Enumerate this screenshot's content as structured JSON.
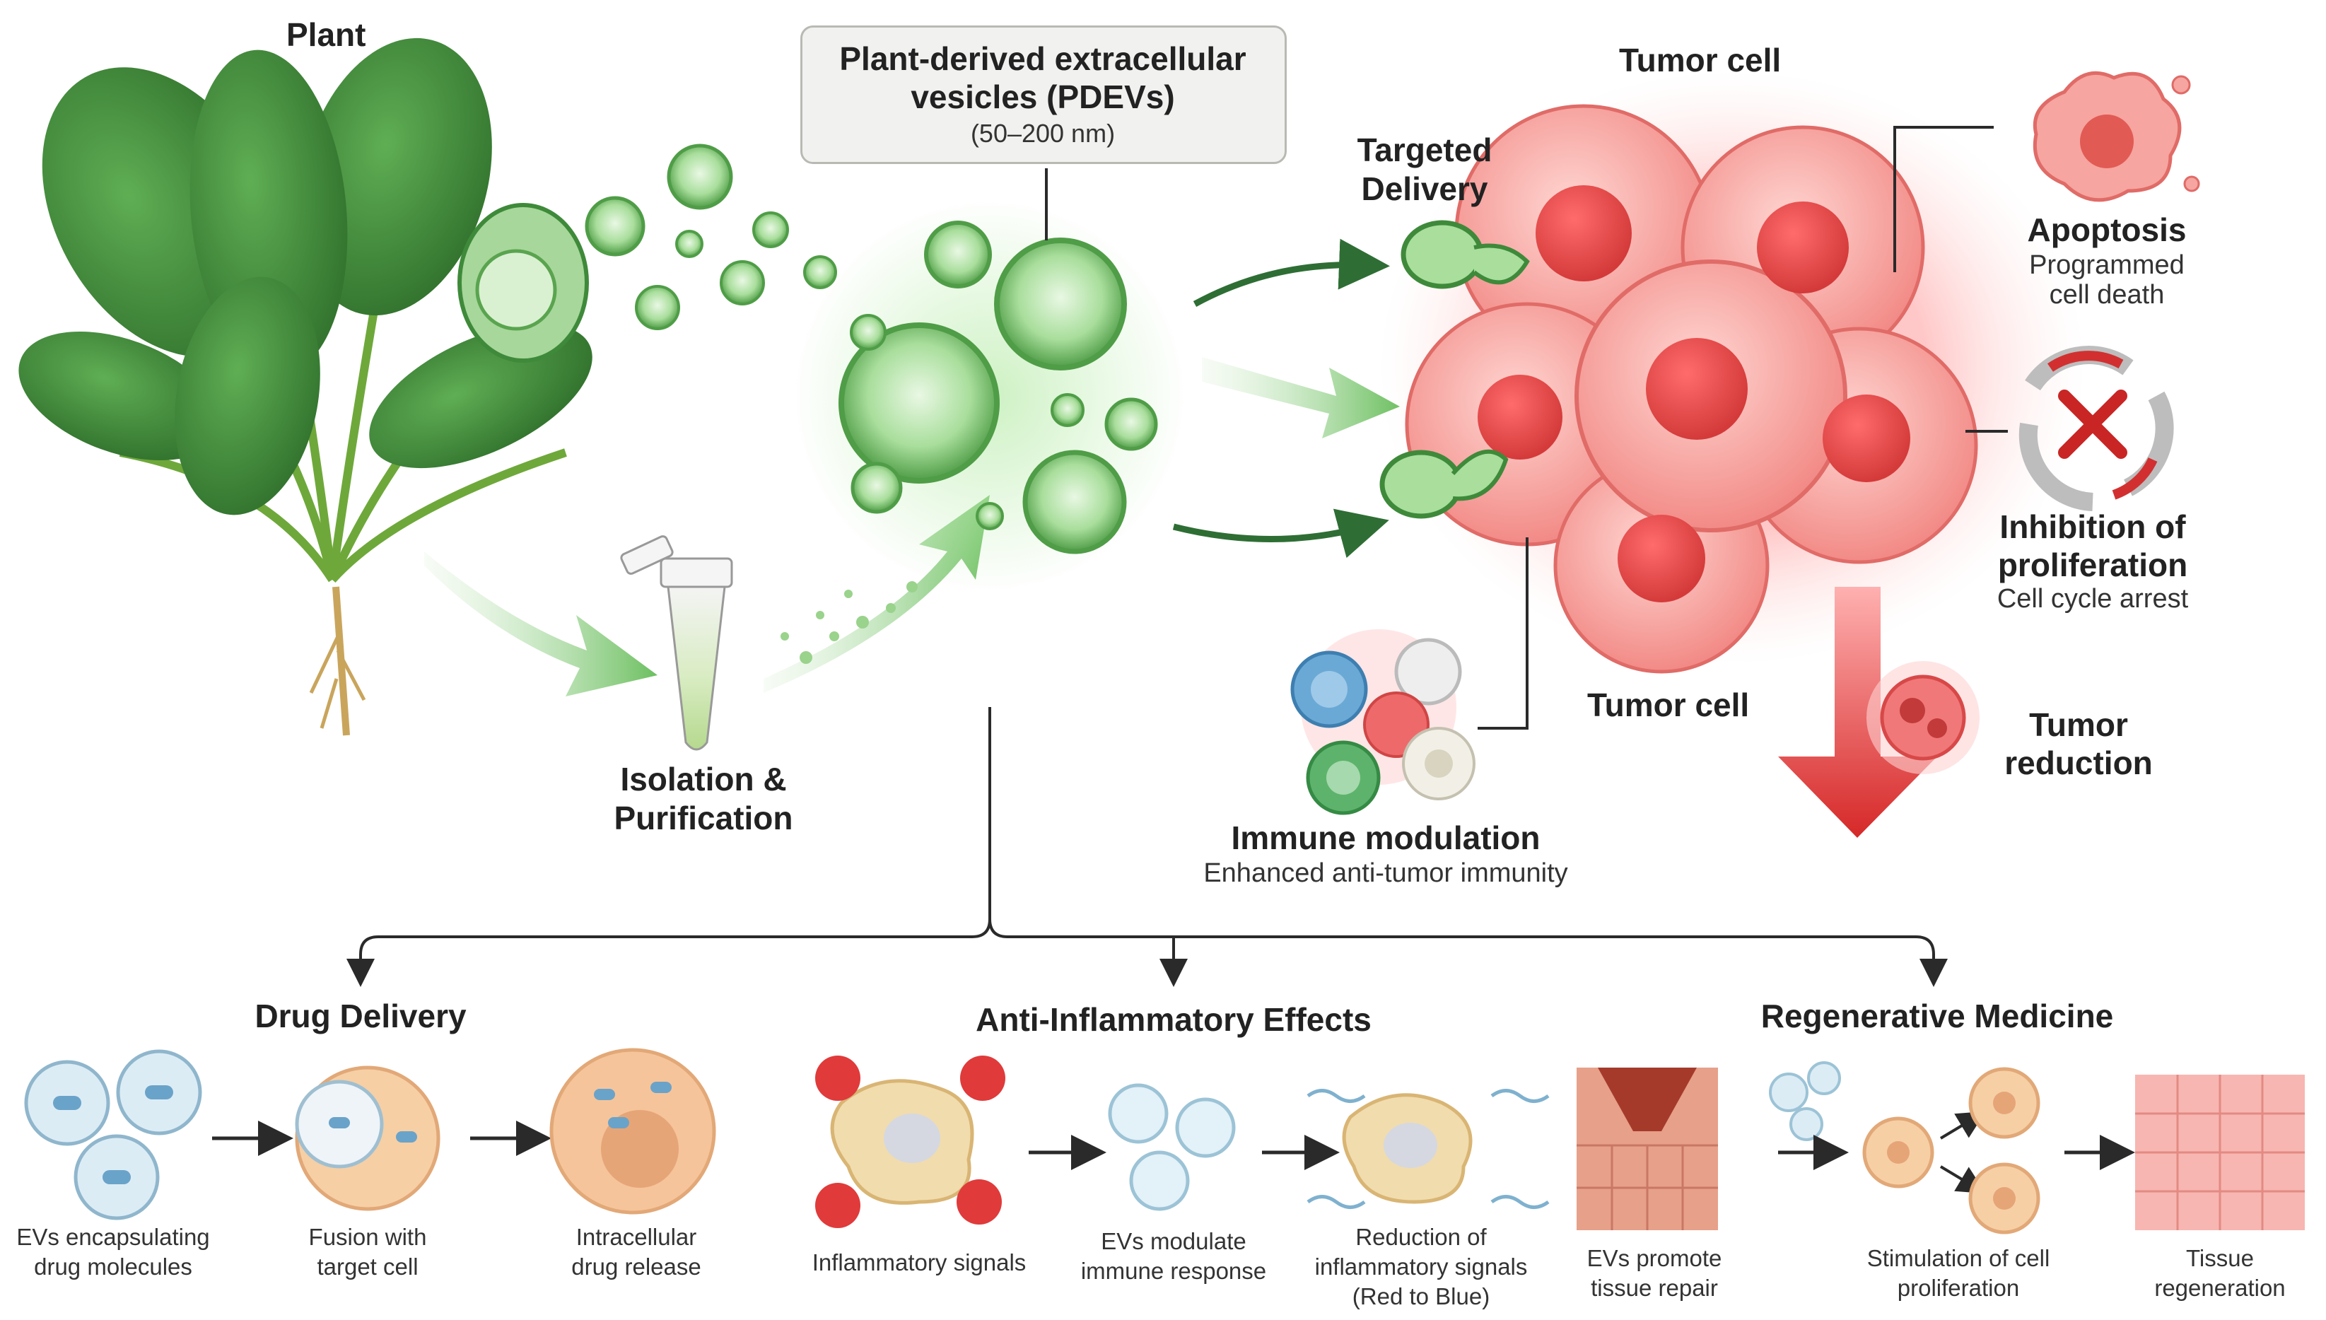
{
  "top": {
    "plant_label": "Plant",
    "pdev_box": {
      "title_line1": "Plant-derived extracellular",
      "title_line2": "vesicles (PDEVs)",
      "size": "(50–200 nm)"
    },
    "tumor_cell_top": "Tumor cell",
    "tumor_cell_bottom": "Tumor cell",
    "targeted_delivery": [
      "Targeted",
      "Delivery"
    ],
    "isolation": [
      "Isolation &",
      "Purification"
    ],
    "apoptosis": {
      "title": "Apoptosis",
      "desc": [
        "Programmed",
        "cell death"
      ]
    },
    "inhibition": {
      "title": [
        "Inhibition of",
        "proliferation"
      ],
      "desc": "Cell cycle arrest"
    },
    "immune": {
      "title": "Immune modulation",
      "desc": "Enhanced anti-tumor immunity"
    },
    "tumor_reduction": [
      "Tumor",
      "reduction"
    ]
  },
  "bottom": {
    "drug_delivery": {
      "title": "Drug Delivery",
      "steps": [
        [
          "EVs encapsulating",
          "drug molecules"
        ],
        [
          "Fusion with",
          "target cell"
        ],
        [
          "Intracellular",
          "drug release"
        ]
      ]
    },
    "anti_inflammatory": {
      "title": "Anti-Inflammatory Effects",
      "steps": [
        [
          "Inflammatory signals"
        ],
        [
          "EVs modulate",
          "immune response"
        ],
        [
          "Reduction of",
          "inflammatory signals",
          "(Red to Blue)"
        ]
      ]
    },
    "regenerative": {
      "title": "Regenerative Medicine",
      "steps": [
        [
          "EVs promote",
          "tissue repair"
        ],
        [
          "Stimulation of cell",
          "proliferation"
        ],
        [
          "Tissue",
          "regeneration"
        ]
      ]
    }
  },
  "colors": {
    "leaf": "#3f8a3a",
    "vesicle": "#8fd184",
    "tumor": "#f08080",
    "nucleus": "#e84a4a",
    "arrow_red": "#d93030",
    "arrow_green": "#5aa84f"
  }
}
